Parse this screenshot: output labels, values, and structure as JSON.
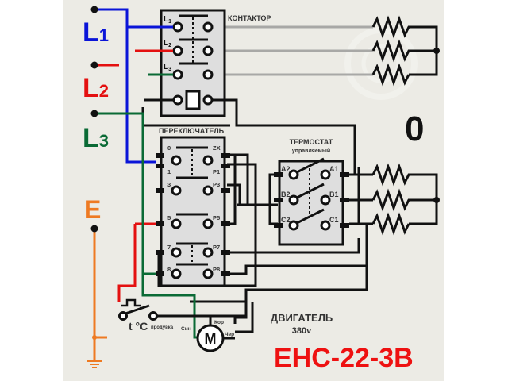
{
  "colors": {
    "background": "#ecebe5",
    "L1": "#0a14d8",
    "L2": "#e41010",
    "L3": "#0a6a35",
    "E": "#ee7a22",
    "wire": "#111111",
    "heater_feed": "#a8a8a6",
    "box_fill": "#dedede",
    "model": "#ee1111"
  },
  "phases": [
    {
      "name": "L",
      "sub": "1"
    },
    {
      "name": "L",
      "sub": "2"
    },
    {
      "name": "L",
      "sub": "3"
    }
  ],
  "earth_label": "E",
  "mode_label": "0",
  "contactor": {
    "title": "КОНТАКТОР",
    "terminals": [
      {
        "name": "L",
        "sub": "1"
      },
      {
        "name": "L",
        "sub": "2"
      },
      {
        "name": "L",
        "sub": "3"
      }
    ]
  },
  "switch": {
    "title": "ПЕРЕКЛЮЧАТЕЛЬ",
    "left_labels": [
      "0",
      "1",
      "3",
      "5",
      "7",
      "8"
    ],
    "right_labels": [
      "ZX",
      "P1",
      "P3",
      "P5",
      "P7",
      "P8"
    ]
  },
  "thermostat": {
    "title": "ТЕРМОСТАТ",
    "subtitle": "управляемый",
    "left_labels": [
      "A2",
      "B2",
      "C2"
    ],
    "right_labels": [
      "A1",
      "B1",
      "C1"
    ]
  },
  "fan_thermo": {
    "label": "t °C",
    "note": "продувка"
  },
  "motor": {
    "symbol": "M",
    "wire_labels": {
      "left": "Син",
      "top": "Кор",
      "right": "Чер"
    },
    "title": "ДВИГАТЕЛЬ",
    "voltage": "380v"
  },
  "model": "ЕНС-22-3В"
}
